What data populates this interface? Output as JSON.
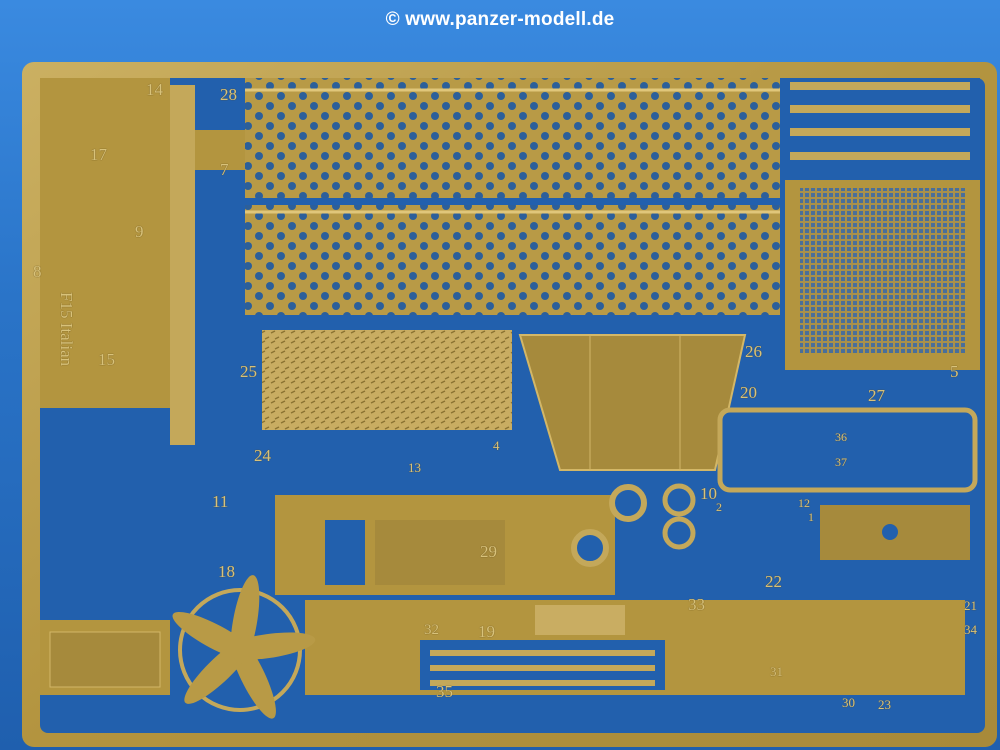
{
  "watermark": "© www.panzer-modell.de",
  "fret_title": "F15 Italian",
  "part_numbers": [
    "14",
    "28",
    "7",
    "17",
    "9",
    "8",
    "15",
    "25",
    "24",
    "26",
    "20",
    "27",
    "5",
    "36",
    "37",
    "4",
    "13",
    "10",
    "2",
    "12",
    "11",
    "18",
    "29",
    "22",
    "33",
    "21",
    "34",
    "32",
    "19",
    "31",
    "35",
    "30",
    "23",
    "1"
  ],
  "colors": {
    "brass": "#b89a46",
    "brass_light": "#d9bf6e",
    "background": "#2b78cf"
  }
}
